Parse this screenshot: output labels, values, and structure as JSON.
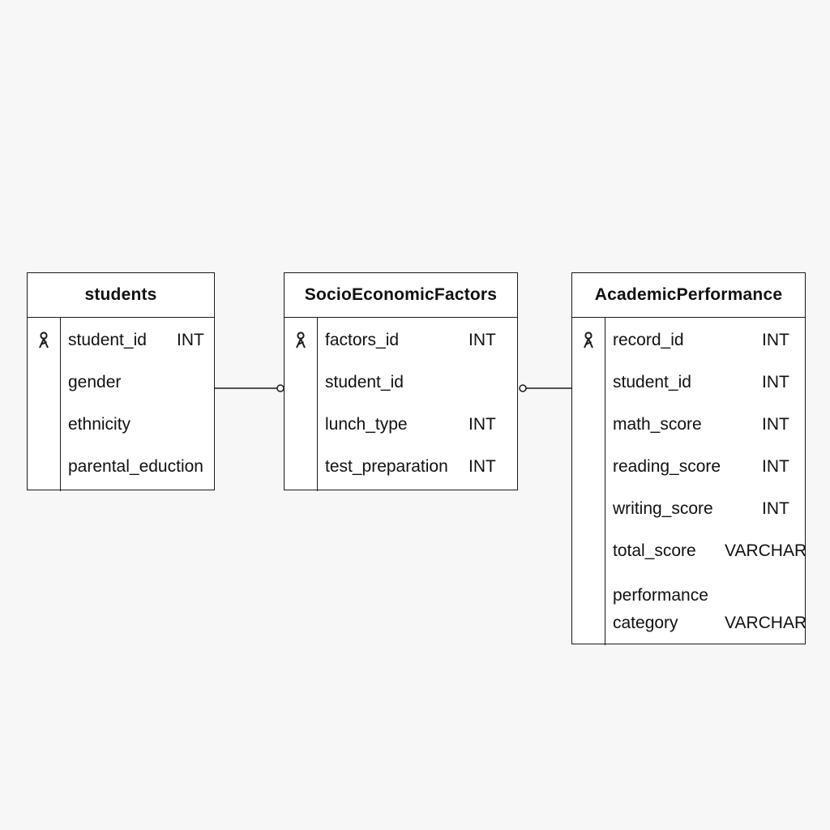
{
  "entities": {
    "students": {
      "title": "students",
      "fields": [
        {
          "name": "student_id",
          "type": "INT",
          "pk": true
        },
        {
          "name": "gender",
          "type": "",
          "pk": false
        },
        {
          "name": "ethnicity",
          "type": "",
          "pk": false
        },
        {
          "name": "parental_eduction",
          "type": "",
          "pk": false
        }
      ]
    },
    "socio": {
      "title": "SocioEconomicFactors",
      "fields": [
        {
          "name": "factors_id",
          "type": "INT",
          "pk": true
        },
        {
          "name": "student_id",
          "type": "",
          "pk": false
        },
        {
          "name": "lunch_type",
          "type": "INT",
          "pk": false
        },
        {
          "name": "test_preparation",
          "type": "INT",
          "pk": false
        }
      ]
    },
    "academic": {
      "title": "AcademicPerformance",
      "fields": [
        {
          "name": "record_id",
          "type": "INT",
          "pk": true
        },
        {
          "name": "student_id",
          "type": "INT",
          "pk": false
        },
        {
          "name": "math_score",
          "type": "INT",
          "pk": false
        },
        {
          "name": "reading_score",
          "type": "INT",
          "pk": false
        },
        {
          "name": "writing_score",
          "type": "INT",
          "pk": false
        },
        {
          "name": "total_score",
          "type": "VARCHAR",
          "pk": false
        },
        {
          "name": "performance category",
          "type": "VARCHAR",
          "pk": false
        }
      ]
    }
  },
  "icons": {
    "primary_key": "key-icon"
  },
  "colors": {
    "line": "#1a1a1a",
    "background": "#f7f7f7",
    "table_fill": "#ffffff"
  }
}
